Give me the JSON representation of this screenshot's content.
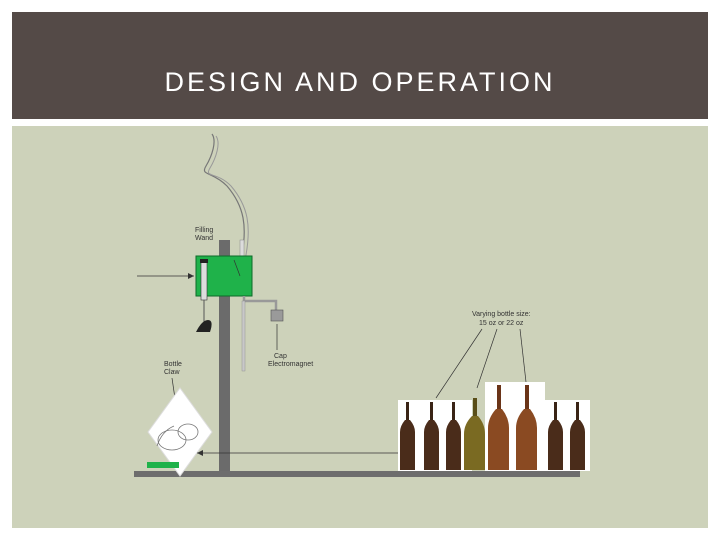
{
  "slide": {
    "title": "DESIGN AND OPERATION"
  },
  "diagram": {
    "labels": {
      "filling_wand": [
        "Filling",
        "Wand"
      ],
      "cap_electromagnet": [
        "Cap",
        "Electromagnet"
      ],
      "bottle_claw": [
        "Bottle",
        "Claw"
      ],
      "bottle_size_title": "Varying bottle size:",
      "bottle_size_values": "15 oz or 22 oz"
    },
    "colors": {
      "header_bg": "#544a47",
      "panel_bg": "#cdd2ba",
      "filler_box": "#1fb24a",
      "stand": "#6b6b6b",
      "bottle_dark": "#4a2c1a",
      "bottle_amber": "#8a4a22",
      "bottle_green": "#7a6a22"
    }
  }
}
